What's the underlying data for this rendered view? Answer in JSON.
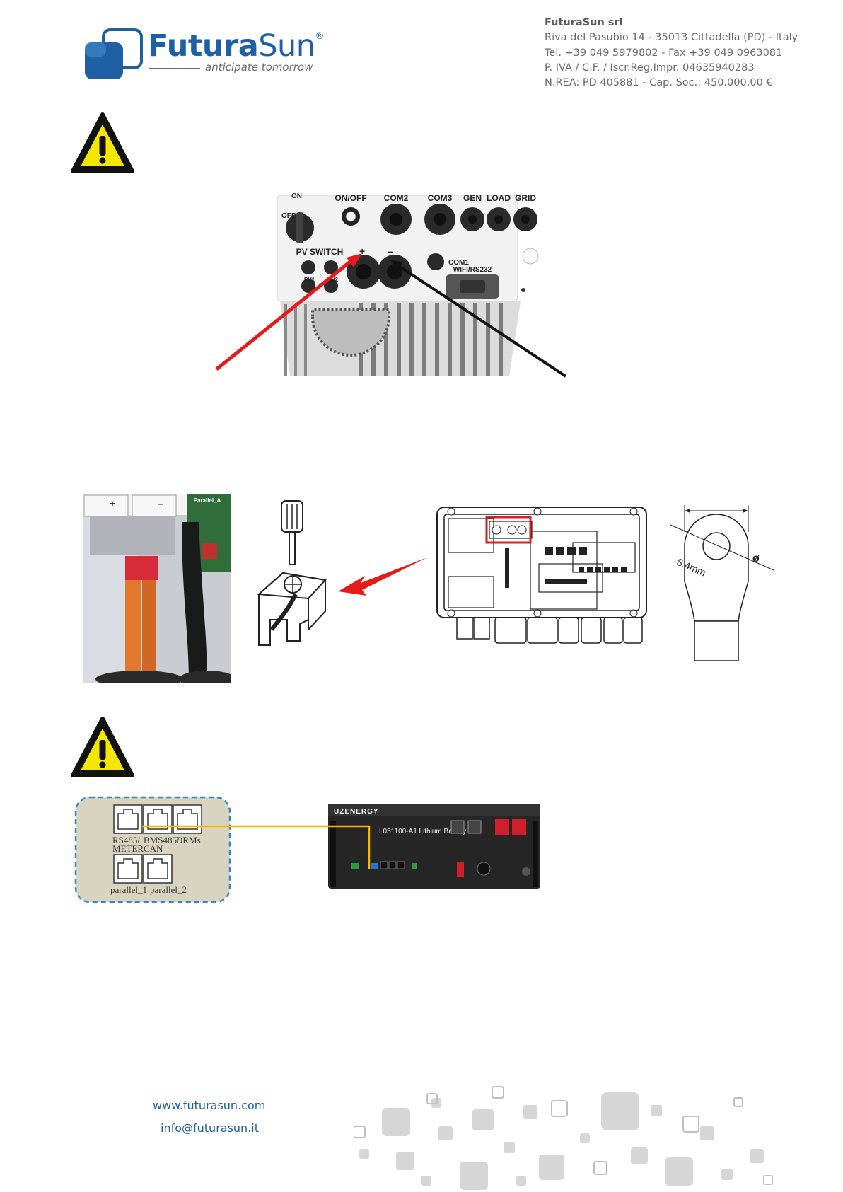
{
  "header": {
    "brand_prefix": "Futura",
    "brand_suffix": "Sun",
    "registered": "®",
    "tagline": "anticipate tomorrow",
    "company": "FuturaSun srl",
    "address": "Riva del Pasubio 14 - 35013 Cittadella (PD) - Italy",
    "phone": "Tel. +39 049 5979802 - Fax +39 049 0963081",
    "vat": "P. IVA / C.F. / Iscr.Reg.Impr. 04635940283",
    "rea": "N.REA: PD 405881 - Cap. Soc.: 450.000,00 €"
  },
  "inverter": {
    "labels": {
      "on": "ON",
      "off": "OFF",
      "on_off": "ON/OFF",
      "com2": "COM2",
      "com3": "COM3",
      "gen": "GEN",
      "load": "LOAD",
      "grid": "GRID",
      "pv_switch": "PV SWITCH",
      "plus": "+",
      "minus": "–",
      "com1": "COM1",
      "wifi": "WIFI/RS232",
      "pv1": "PV1",
      "pv2": "PV2"
    }
  },
  "terminal_photo": {
    "plus": "+",
    "minus": "–",
    "parallel": "Parallel_A"
  },
  "ring_terminal": {
    "dimension": "8.4mm",
    "diameter_symbol": "ø"
  },
  "ports_panel": {
    "rs485": "RS485/",
    "meter": "METER",
    "bms485": "BMS485/",
    "can": "CAN",
    "drms": "DRMs",
    "parallel_1": "parallel_1",
    "parallel_2": "parallel_2"
  },
  "battery": {
    "brand": "UZENERGY",
    "model": "L051100-A1 Lithium Battery"
  },
  "colors": {
    "brand_blue": "#1f5fa3",
    "warning_yellow": "#f4e600",
    "arrow_red": "#e31b1b",
    "cable_yellow": "#f2b700",
    "panel_fill": "#d8d4c0",
    "panel_border": "#2f88d6"
  },
  "footer": {
    "website": "www.futurasun.com",
    "email": "info@futurasun.it"
  }
}
